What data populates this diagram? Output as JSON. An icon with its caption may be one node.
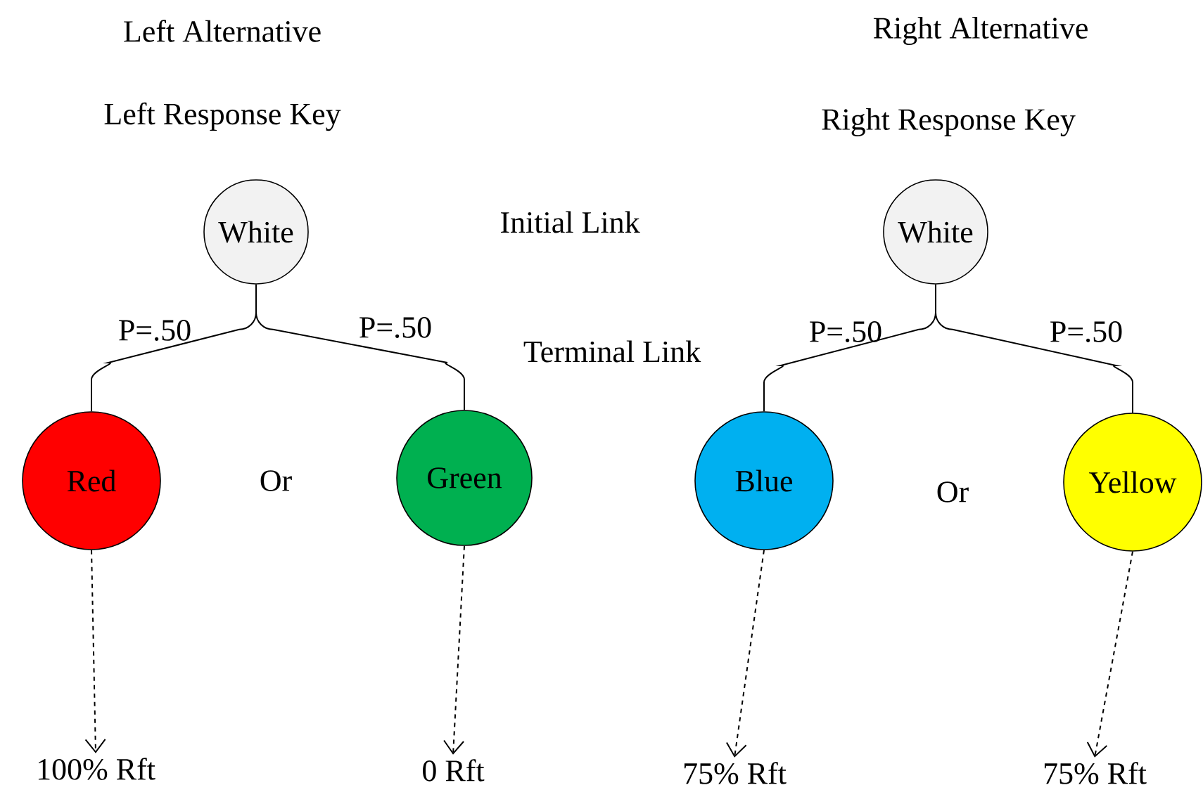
{
  "diagram": {
    "nodes": [
      {
        "text": [
          "White"
        ]
      },
      {
        "text": [
          "Red"
        ]
      },
      {
        "text": [
          "Green"
        ]
      },
      {
        "text": [
          "White"
        ]
      },
      {
        "text": [
          "Blue"
        ]
      },
      {
        "text": [
          "Yellow"
        ]
      },
      {
        "text": [
          "100% Rft"
        ]
      },
      {
        "text": [
          "0 Rft"
        ]
      },
      {
        "text": [
          "75% Rft"
        ]
      },
      {
        "text": [
          "75% Rft"
        ]
      }
    ],
    "edges": [
      {
        "from": 0,
        "to": 1,
        "arrow": "none",
        "label": "P=.50"
      },
      {
        "from": 0,
        "to": 2,
        "arrow": "none",
        "label": "P=.50"
      },
      {
        "from": 3,
        "to": 4,
        "arrow": "none",
        "label": "P=.50"
      },
      {
        "from": 3,
        "to": 5,
        "arrow": "none",
        "label": "P=.50"
      },
      {
        "from": 1,
        "to": 6,
        "arrow": "to",
        "style": "dashed"
      },
      {
        "from": 2,
        "to": 7,
        "arrow": "to",
        "style": "dashed"
      },
      {
        "from": 4,
        "to": 8,
        "arrow": "to",
        "style": "dashed"
      },
      {
        "from": 5,
        "to": 9,
        "arrow": "to",
        "style": "dashed"
      }
    ],
    "labels": [
      "Left Alternative",
      "Right Alternative",
      "Left Response Key",
      "Right Response Key",
      "Initial Link",
      "Terminal Link",
      "Or",
      "Or"
    ]
  }
}
